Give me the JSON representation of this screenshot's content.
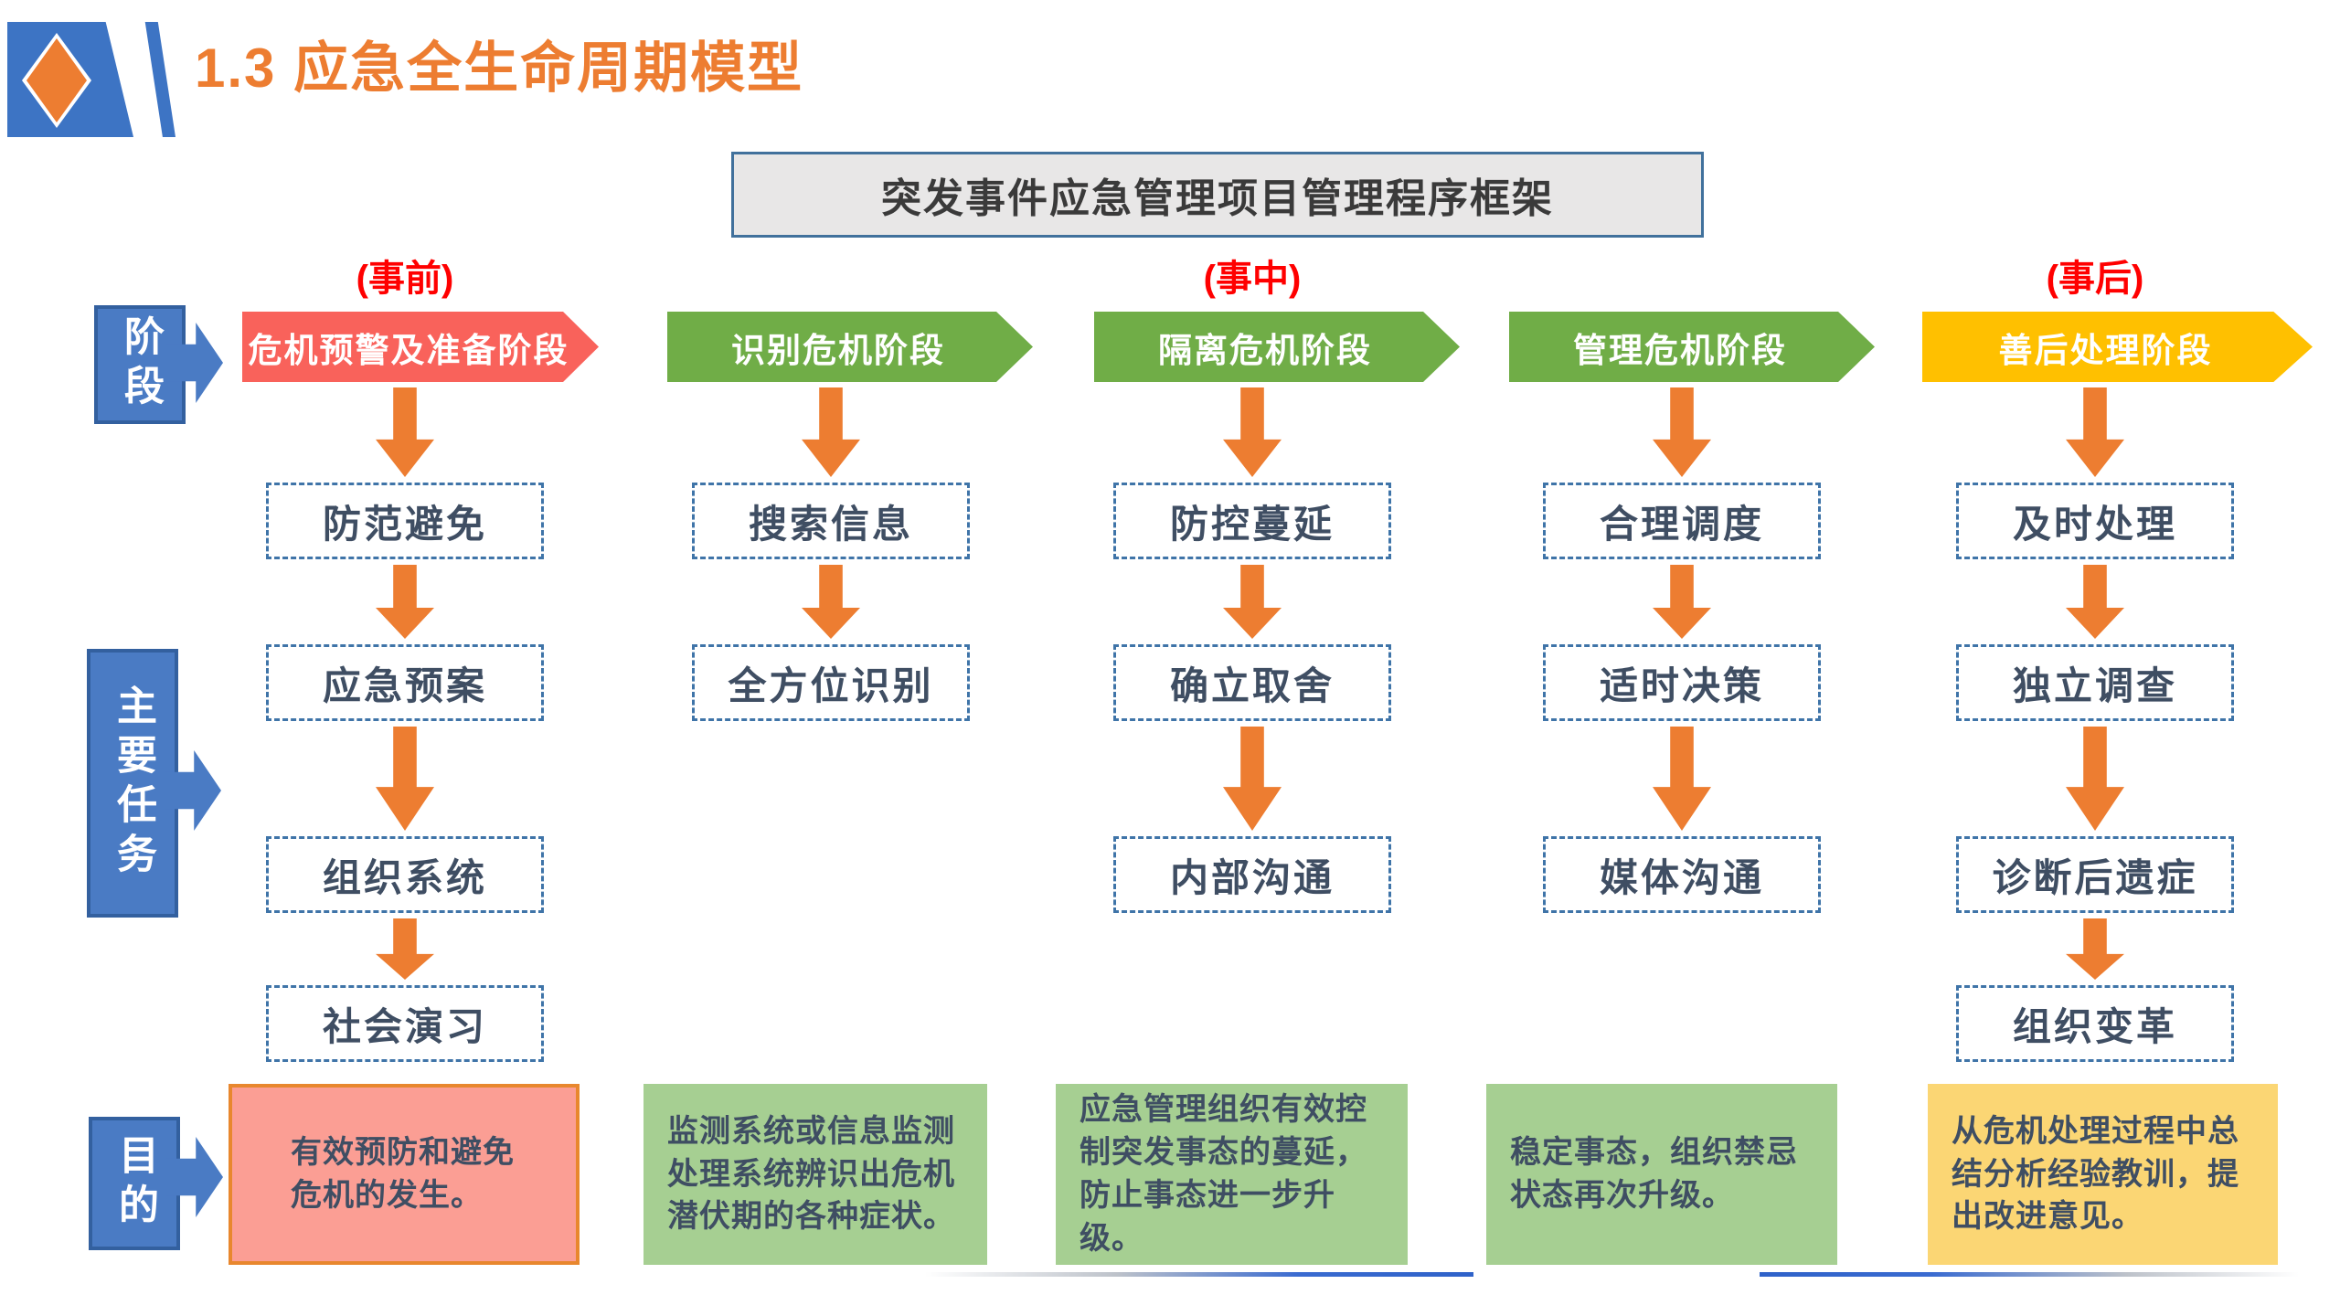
{
  "header": {
    "title": "1.3 应急全生命周期模型",
    "title_color": "#ED7D31"
  },
  "frame": {
    "label": "突发事件应急管理项目管理程序框架"
  },
  "phase_tags": [
    {
      "label": "(事前)",
      "column": 0,
      "color": "#FF0000"
    },
    {
      "label": "(事中)",
      "column": 2,
      "color": "#FF0000"
    },
    {
      "label": "(事后)",
      "column": 4,
      "color": "#FF0000"
    }
  ],
  "row_labels": [
    {
      "label": "阶段"
    },
    {
      "label": "主要任务"
    },
    {
      "label": "目的"
    }
  ],
  "columns": [
    {
      "header": "危机预警及准备阶段",
      "header_color": "#F9625B",
      "tasks": [
        "防范避免",
        "应急预案",
        "组织系统",
        "社会演习"
      ],
      "purpose": "有效预防和避免危机的发生。",
      "purpose_bg": "#FB9E94",
      "purpose_border": "#E8872E"
    },
    {
      "header": "识别危机阶段",
      "header_color": "#70AD47",
      "tasks": [
        "搜索信息",
        "全方位识别"
      ],
      "purpose": "监测系统或信息监测处理系统辨识出危机潜伏期的各种症状。",
      "purpose_bg": "#A6CF92",
      "purpose_border": ""
    },
    {
      "header": "隔离危机阶段",
      "header_color": "#70AD47",
      "tasks": [
        "防控蔓延",
        "确立取舍",
        "内部沟通"
      ],
      "purpose": "应急管理组织有效控制突发事态的蔓延，防止事态进一步升级。",
      "purpose_bg": "#A6CF92",
      "purpose_border": ""
    },
    {
      "header": "管理危机阶段",
      "header_color": "#70AD47",
      "tasks": [
        "合理调度",
        "适时决策",
        "媒体沟通"
      ],
      "purpose": "稳定事态，组织禁忌状态再次升级。",
      "purpose_bg": "#A6CF92",
      "purpose_border": ""
    },
    {
      "header": "善后处理阶段",
      "header_color": "#FFC000",
      "tasks": [
        "及时处理",
        "独立调查",
        "诊断后遗症",
        "组织变革"
      ],
      "purpose": "从危机处理过程中总结分析经验教训，提出改进意见。",
      "purpose_bg": "#FBD674",
      "purpose_border": ""
    }
  ],
  "accent_colors": {
    "orange": "#ED7D31",
    "blue": "#4A7BC4",
    "dash_border": "#3F74A8",
    "task_text": "#3F4E63"
  }
}
